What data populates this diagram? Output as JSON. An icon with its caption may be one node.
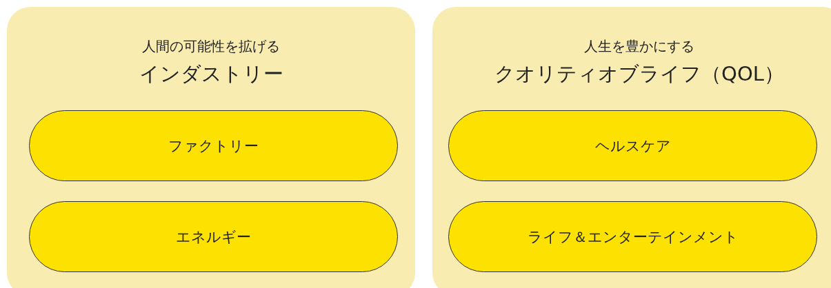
{
  "diagram": {
    "nodes": [
      {
        "text": [
          "人間の可能性を拡げる",
          "インダストリー"
        ]
      },
      {
        "text": [
          "ファクトリー"
        ],
        "in": 0
      },
      {
        "text": [
          "エネルギー"
        ],
        "in": 0
      },
      {
        "text": [
          "人生を豊かにする",
          "クオリティオブライフ（QOL）"
        ]
      },
      {
        "text": [
          "ヘルスケア"
        ],
        "in": 3
      },
      {
        "text": [
          "ライフ＆エンターテインメント"
        ],
        "in": 3
      }
    ],
    "edges": []
  }
}
